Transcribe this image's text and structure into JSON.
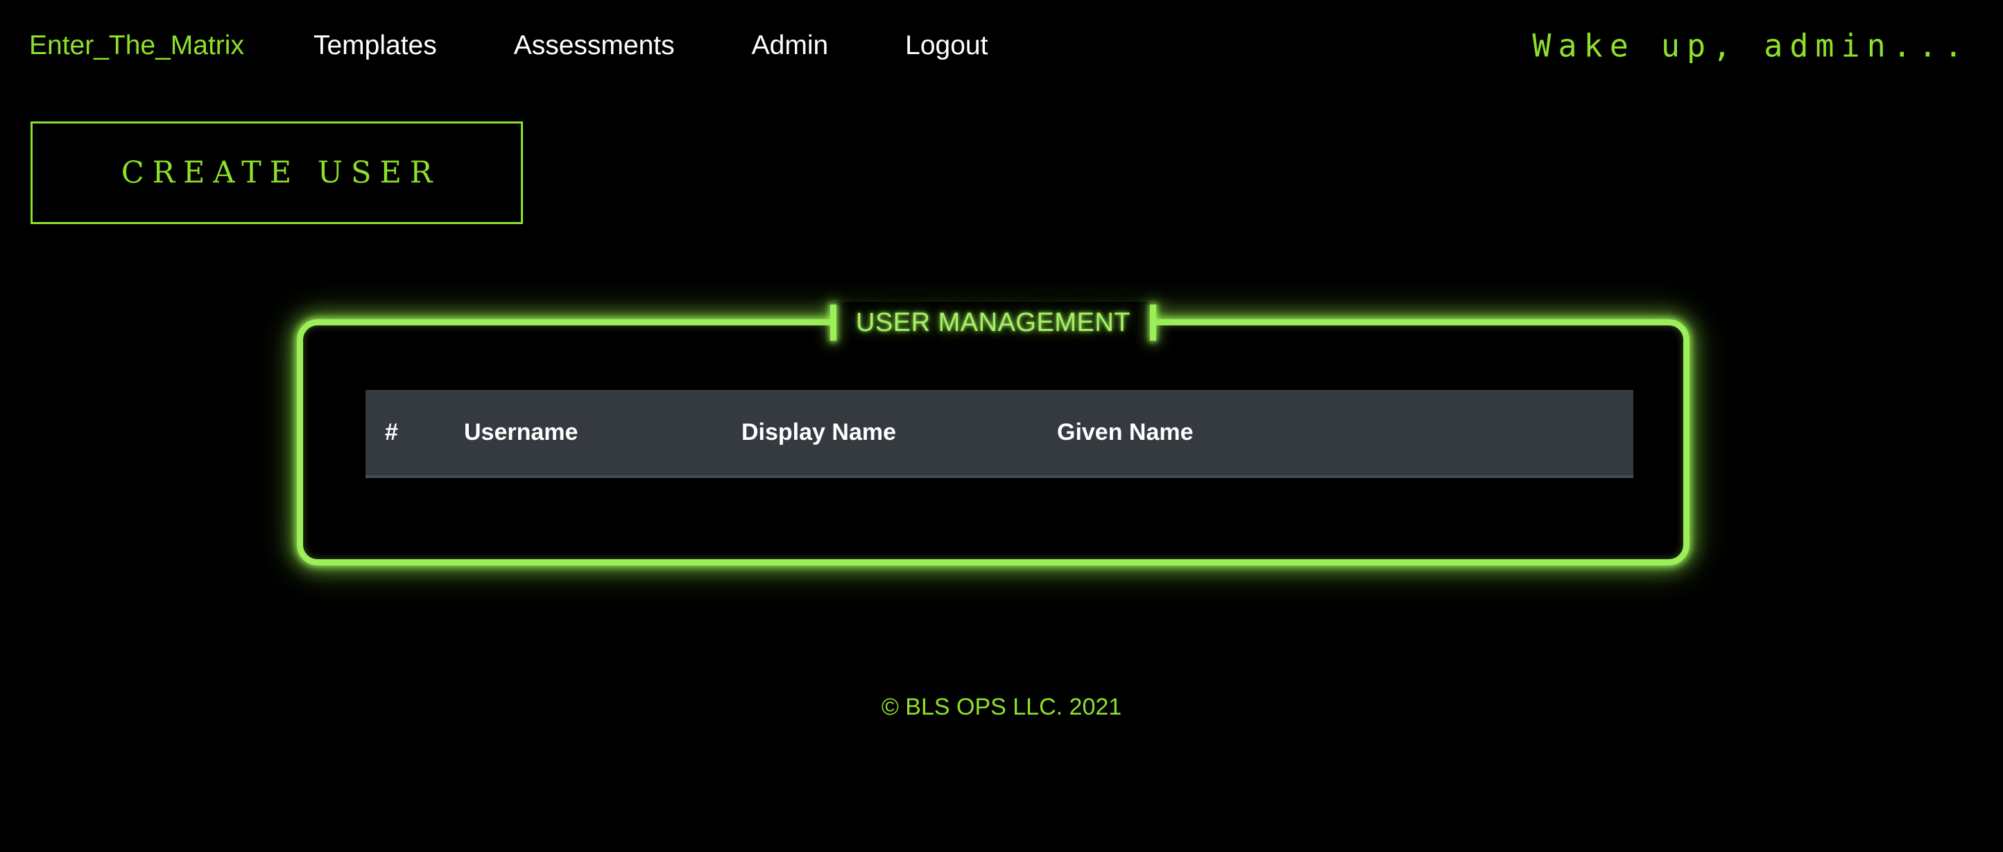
{
  "nav": {
    "brand": "Enter_The_Matrix",
    "links": [
      {
        "label": "Templates"
      },
      {
        "label": "Assessments"
      },
      {
        "label": "Admin"
      },
      {
        "label": "Logout"
      }
    ],
    "greeting": "Wake up, admin...",
    "brand_color": "#8ee02c",
    "link_color": "#ffffff"
  },
  "toolbar": {
    "create_user_label": "CREATE USER"
  },
  "panel": {
    "legend": "USER MANAGEMENT",
    "border_color": "#9cef58"
  },
  "table": {
    "columns": [
      {
        "key": "num",
        "label": "#"
      },
      {
        "key": "user",
        "label": "Username"
      },
      {
        "key": "disp",
        "label": "Display Name"
      },
      {
        "key": "given",
        "label": "Given Name"
      }
    ],
    "rows": [],
    "header_bg": "#343a40",
    "header_color": "#ffffff"
  },
  "footer": {
    "text": "© BLS OPS LLC. 2021",
    "color": "#8ee02c"
  }
}
